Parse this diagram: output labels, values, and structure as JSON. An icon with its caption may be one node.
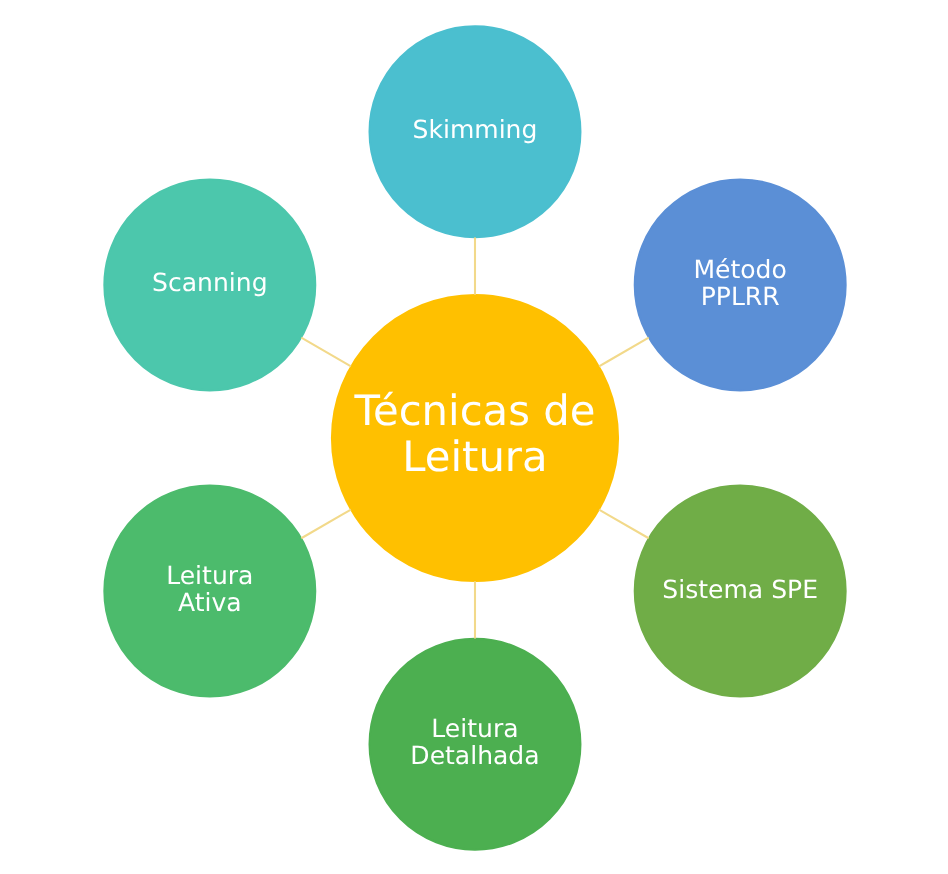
{
  "diagram": {
    "nodes": [
      {
        "text": [
          "Técnicas de Leitura"
        ]
      },
      {
        "text": [
          "Método PPLRR"
        ]
      },
      {
        "text": [
          "Skimming"
        ]
      },
      {
        "text": [
          "Scanning"
        ]
      },
      {
        "text": [
          "Leitura Ativa"
        ]
      },
      {
        "text": [
          "Leitura Detalhada"
        ]
      },
      {
        "text": [
          "Sistema SPE"
        ]
      }
    ],
    "edges": [
      {
        "from": 0,
        "to": 1,
        "arrow": "none"
      },
      {
        "from": 0,
        "to": 2,
        "arrow": "none"
      },
      {
        "from": 0,
        "to": 3,
        "arrow": "none"
      },
      {
        "from": 0,
        "to": 4,
        "arrow": "none"
      },
      {
        "from": 0,
        "to": 5,
        "arrow": "none"
      },
      {
        "from": 0,
        "to": 6,
        "arrow": "none"
      }
    ]
  }
}
